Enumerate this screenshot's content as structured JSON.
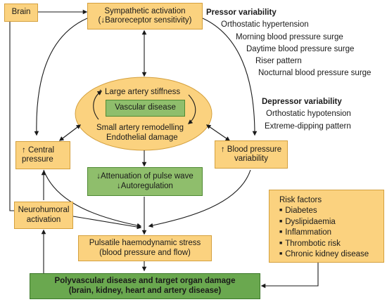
{
  "nodes": {
    "brain": "Brain",
    "sympathetic_line1": "Sympathetic activation",
    "sympathetic_line2": "(↓Baroreceptor sensitivity)",
    "artery_stiffness": "↑ Large artery stiffness",
    "vascular_disease": "Vascular disease",
    "small_artery_line1": "Small artery remodelling",
    "small_artery_line2": "Endothelial damage",
    "central_pressure_line1": "↑ Central",
    "central_pressure_line2": "pressure",
    "bp_variability_line1": "↑ Blood pressure",
    "bp_variability_line2": "variability",
    "attenuation_line1": "↓Attenuation of pulse wave",
    "attenuation_line2": "↓Autoregulation",
    "neurohumoral_line1": "Neurohumoral",
    "neurohumoral_line2": "activation",
    "pulsatile_line1": "Pulsatile haemodynamic stress",
    "pulsatile_line2": "(blood pressure and flow)",
    "polyvascular_line1": "Polyvascular disease and target organ damage",
    "polyvascular_line2": "(brain, kidney, heart and artery disease)"
  },
  "pressor": {
    "title": "Pressor variability",
    "items": [
      "Orthostatic hypertension",
      "Morning blood pressure surge",
      "Daytime blood pressure surge",
      "Riser pattern",
      "Nocturnal blood pressure surge"
    ]
  },
  "depressor": {
    "title": "Depressor variability",
    "items": [
      "Orthostatic hypotension",
      "Extreme-dipping pattern"
    ]
  },
  "risk_factors": {
    "title": "Risk factors",
    "items": [
      "Diabetes",
      "Dyslipidaemia",
      "Inflammation",
      "Thrombotic risk",
      "Chronic kidney disease"
    ]
  },
  "colors": {
    "orange_fill": "#fbd27f",
    "green_fill": "#8fbe6c",
    "arrow": "#1a1a1a"
  }
}
